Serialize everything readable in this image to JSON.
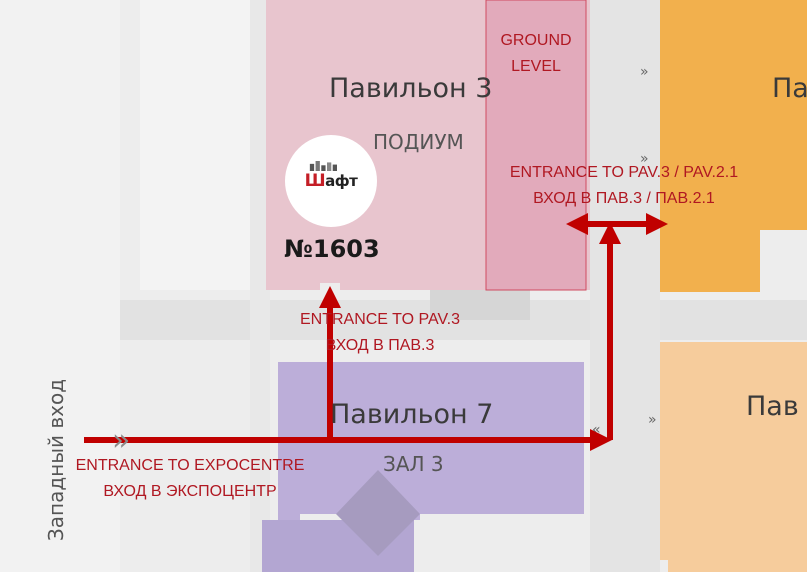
{
  "halls": {
    "pav3": {
      "title": "Павильон 3",
      "sub": "ПОДИУМ"
    },
    "pav7": {
      "title": "Павильон 7",
      "sub": "ЗАЛ 3"
    },
    "right_top": {
      "title": "Па"
    },
    "right_bottom": {
      "title": "Пав"
    }
  },
  "ground_level": {
    "line1": "GROUND",
    "line2": "LEVEL"
  },
  "side_entrance": "Западный вход",
  "exhibitor": {
    "logo_text_1": "Ш",
    "logo_text_2": "афт",
    "booth": "№1603"
  },
  "routes": {
    "expocentre": {
      "en": "ENTRANCE TO EXPOCENTRE",
      "ru": "ВХОД В ЭКСПОЦЕНТР"
    },
    "pav3": {
      "en": "ENTRANCE TO PAV.3",
      "ru": "ВХОД В ПАВ.3"
    },
    "pav3_21": {
      "en": "ENTRANCE TO PAV.3 / PAV.2.1",
      "ru": "ВХОД В ПАВ.3 / ПАВ.2.1"
    }
  },
  "colors": {
    "route_red": "#c00000",
    "pav3_pink": "#e6c3cc",
    "pav7_purple": "#bcaed9",
    "orange_hall": "#f2b04d",
    "peach_hall": "#f6cc9c"
  }
}
